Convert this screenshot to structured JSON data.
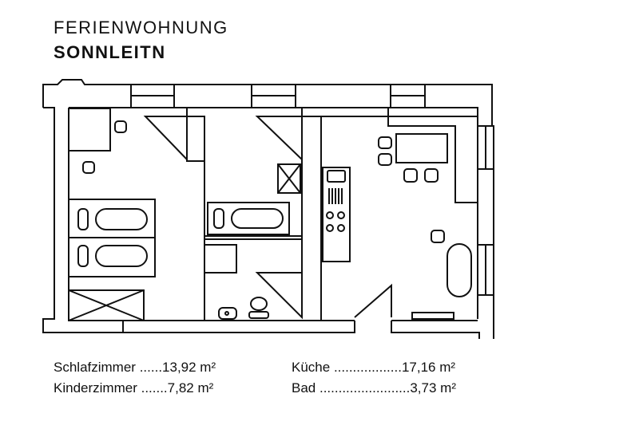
{
  "header": {
    "line1": "FERIENWOHNUNG",
    "line2": "SONNLEITN"
  },
  "rooms": [
    {
      "name": "Schlafzimmer",
      "dots": "......",
      "area": "13,92 m²"
    },
    {
      "name": "Kinderzimmer",
      "dots": ".......",
      "area": "7,82 m²"
    },
    {
      "name": "Küche",
      "dots": "..................",
      "area": "17,16 m²"
    },
    {
      "name": "Bad",
      "dots": "........................",
      "area": "3,73 m²"
    }
  ]
}
